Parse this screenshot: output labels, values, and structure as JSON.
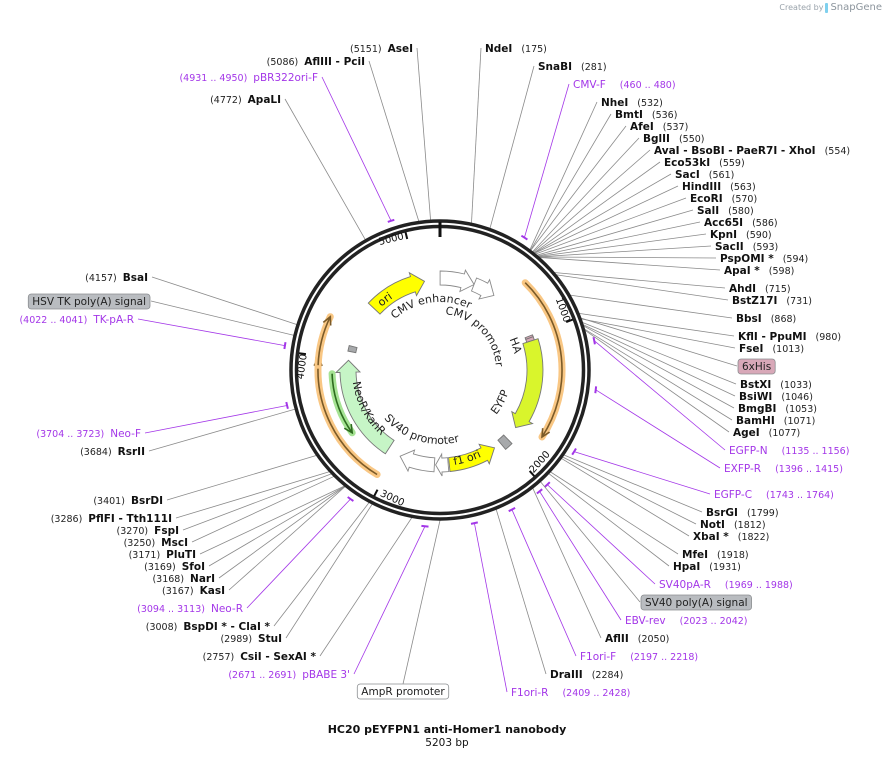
{
  "title": "HC20  pEYFPN1 anti-Homer1 nanobody",
  "length_label": "5203 bp",
  "length": 5203,
  "credit": {
    "prefix": "Created by",
    "brand": "SnapGene",
    "icon": "snapgene-logo-icon"
  },
  "colors": {
    "primer": "#a336e8",
    "site_line": "#8a8a8a",
    "ring": "#222222",
    "orf_halo": "#f9c784",
    "orf_line": "#7a5a28",
    "orf2_halo": "#a6e394",
    "orf2_line": "#2e6b1f"
  },
  "ticks": [
    "1000",
    "2000",
    "3000",
    "4000",
    "5000"
  ],
  "tick_bp": [
    1000,
    2000,
    3000,
    4000,
    5000
  ],
  "features": [
    {
      "name": "CMV enhancer",
      "start": 1,
      "end": 314,
      "direction": "forward",
      "color": "#ffffff",
      "shown_label": true
    },
    {
      "name": "CMV promoter",
      "start": 314,
      "end": 518,
      "direction": "forward",
      "color": "#ffffff",
      "shown_label": true
    },
    {
      "name": "6xHis",
      "start": 1000,
      "end": 1017,
      "direction": "none",
      "color": "#d8a8b8",
      "shown_label": false
    },
    {
      "name": "HA",
      "start": 1017,
      "end": 1045,
      "direction": "none",
      "color": "#d8a8b8",
      "shown_label": true
    },
    {
      "name": "EYFP",
      "start": 1045,
      "end": 1840,
      "direction": "forward",
      "color": "#d9f52c",
      "shown_label": true
    },
    {
      "name": "SV40 poly(A) signal",
      "start": 1960,
      "end": 2030,
      "direction": "none",
      "color": "#a7a9ab",
      "shown_label": false
    },
    {
      "name": "f1 ori",
      "start": 2096,
      "end": 2520,
      "direction": "reverse",
      "color": "#ffff00",
      "shown_label": true
    },
    {
      "name": "AmpR promoter",
      "start": 2530,
      "end": 2640,
      "direction": "forward",
      "color": "#ffffff",
      "shown_label": false
    },
    {
      "name": "SV40 promoter",
      "start": 2650,
      "end": 2960,
      "direction": "forward",
      "color": "#ffffff",
      "shown_label": true
    },
    {
      "name": "NeoR/KanR",
      "start": 3080,
      "end": 3990,
      "direction": "forward",
      "color": "#c6f5c6",
      "shown_label": true
    },
    {
      "name": "HSV TK poly(A) signal",
      "start": 4070,
      "end": 4120,
      "direction": "none",
      "color": "#a7a9ab",
      "shown_label": false
    },
    {
      "name": "ori",
      "start": 4524,
      "end": 5060,
      "direction": "forward",
      "color": "#ffff00",
      "shown_label": true
    }
  ],
  "orfs": [
    {
      "start": 640,
      "end": 1782,
      "direction": "forward",
      "kind": "orange"
    },
    {
      "start": 3050,
      "end": 3985,
      "direction": "forward",
      "kind": "orange"
    },
    {
      "start": 3935,
      "end": 4277,
      "direction": "forward",
      "kind": "orange"
    },
    {
      "start": 3388,
      "end": 3874,
      "direction": "reverse",
      "kind": "green"
    }
  ],
  "labels": [
    {
      "type": "site",
      "name": "NdeI",
      "bp": 175
    },
    {
      "type": "site",
      "name": "SnaBI",
      "bp": 281
    },
    {
      "type": "primer",
      "name": "CMV-F",
      "start": 460,
      "end": 480
    },
    {
      "type": "site",
      "name": "NheI",
      "bp": 532
    },
    {
      "type": "site",
      "name": "BmtI",
      "bp": 536
    },
    {
      "type": "site",
      "name": "AfeI",
      "bp": 537
    },
    {
      "type": "site",
      "name": "BglII",
      "bp": 550
    },
    {
      "type": "site",
      "name": "AvaI  - BsoBI  - PaeR7I  - XhoI",
      "bp": 554
    },
    {
      "type": "site",
      "name": "Eco53kI",
      "bp": 559
    },
    {
      "type": "site",
      "name": "SacI",
      "bp": 561
    },
    {
      "type": "site",
      "name": "HindIII",
      "bp": 563
    },
    {
      "type": "site",
      "name": "EcoRI",
      "bp": 570
    },
    {
      "type": "site",
      "name": "SalI",
      "bp": 580
    },
    {
      "type": "site",
      "name": "Acc65I",
      "bp": 586
    },
    {
      "type": "site",
      "name": "KpnI",
      "bp": 590
    },
    {
      "type": "site",
      "name": "SacII",
      "bp": 593
    },
    {
      "type": "site",
      "name": "PspOMI *",
      "bp": 594
    },
    {
      "type": "site",
      "name": "ApaI *",
      "bp": 598
    },
    {
      "type": "site",
      "name": "AhdI",
      "bp": 715
    },
    {
      "type": "site",
      "name": "BstZ17I",
      "bp": 731
    },
    {
      "type": "site",
      "name": "BbsI",
      "bp": 868
    },
    {
      "type": "site",
      "name": "KflI  - PpuMI",
      "bp": 980
    },
    {
      "type": "site",
      "name": "FseI",
      "bp": 1013
    },
    {
      "type": "feature",
      "name": "6xHis",
      "bp": 1008,
      "color": "#d8a8b8"
    },
    {
      "type": "site",
      "name": "BstXI",
      "bp": 1033
    },
    {
      "type": "site",
      "name": "BsiWI",
      "bp": 1046
    },
    {
      "type": "site",
      "name": "BmgBI",
      "bp": 1053
    },
    {
      "type": "site",
      "name": "BamHI",
      "bp": 1071
    },
    {
      "type": "site",
      "name": "AgeI",
      "bp": 1077
    },
    {
      "type": "primer",
      "name": "EGFP-N",
      "start": 1135,
      "end": 1156
    },
    {
      "type": "primer",
      "name": "EXFP-R",
      "start": 1396,
      "end": 1415
    },
    {
      "type": "primer",
      "name": "EGFP-C",
      "start": 1743,
      "end": 1764
    },
    {
      "type": "site",
      "name": "BsrGI",
      "bp": 1799
    },
    {
      "type": "site",
      "name": "NotI",
      "bp": 1812
    },
    {
      "type": "site",
      "name": "XbaI *",
      "bp": 1822
    },
    {
      "type": "site",
      "name": "MfeI",
      "bp": 1918
    },
    {
      "type": "site",
      "name": "HpaI",
      "bp": 1931
    },
    {
      "type": "primer",
      "name": "SV40pA-R",
      "start": 1969,
      "end": 1988
    },
    {
      "type": "feature",
      "name": "SV40 poly(A) signal",
      "bp": 1995,
      "color": "#b9bcc0"
    },
    {
      "type": "primer",
      "name": "EBV-rev",
      "start": 2023,
      "end": 2042
    },
    {
      "type": "site",
      "name": "AflII",
      "bp": 2050
    },
    {
      "type": "primer",
      "name": "F1ori-F",
      "start": 2197,
      "end": 2218
    },
    {
      "type": "site",
      "name": "DraIII",
      "bp": 2284
    },
    {
      "type": "primer",
      "name": "F1ori-R",
      "start": 2409,
      "end": 2428
    },
    {
      "type": "feature",
      "name": "AmpR promoter",
      "bp": 2601,
      "color": "#ffffff"
    },
    {
      "type": "primer",
      "name": "pBABE 3'",
      "start": 2671,
      "end": 2691
    },
    {
      "type": "site",
      "name": "CsiI  - SexAI *",
      "bp": 2757
    },
    {
      "type": "site",
      "name": "StuI",
      "bp": 2989
    },
    {
      "type": "site",
      "name": "BspDI *  - ClaI *",
      "bp": 3008
    },
    {
      "type": "primer",
      "name": "Neo-R",
      "start": 3094,
      "end": 3113
    },
    {
      "type": "site",
      "name": "KasI",
      "bp": 3167
    },
    {
      "type": "site",
      "name": "NarI",
      "bp": 3168
    },
    {
      "type": "site",
      "name": "SfoI",
      "bp": 3169
    },
    {
      "type": "site",
      "name": "PluTI",
      "bp": 3171
    },
    {
      "type": "site",
      "name": "MscI",
      "bp": 3250
    },
    {
      "type": "site",
      "name": "FspI",
      "bp": 3270
    },
    {
      "type": "site",
      "name": "PflFI  - Tth111I",
      "bp": 3286
    },
    {
      "type": "site",
      "name": "BsrDI",
      "bp": 3401
    },
    {
      "type": "site",
      "name": "RsrII",
      "bp": 3684
    },
    {
      "type": "primer",
      "name": "Neo-F",
      "start": 3704,
      "end": 3723
    },
    {
      "type": "primer",
      "name": "TK-pA-R",
      "start": 4022,
      "end": 4041
    },
    {
      "type": "feature",
      "name": "HSV TK poly(A) signal",
      "bp": 4095,
      "color": "#b9bcc0"
    },
    {
      "type": "site",
      "name": "BsaI",
      "bp": 4157
    },
    {
      "type": "site",
      "name": "ApaLI",
      "bp": 4772
    },
    {
      "type": "primer",
      "name": "pBR322ori-F",
      "start": 4931,
      "end": 4950
    },
    {
      "type": "site",
      "name": "AflIII  - PciI",
      "bp": 5086
    },
    {
      "type": "site",
      "name": "AseI",
      "bp": 5151
    }
  ]
}
